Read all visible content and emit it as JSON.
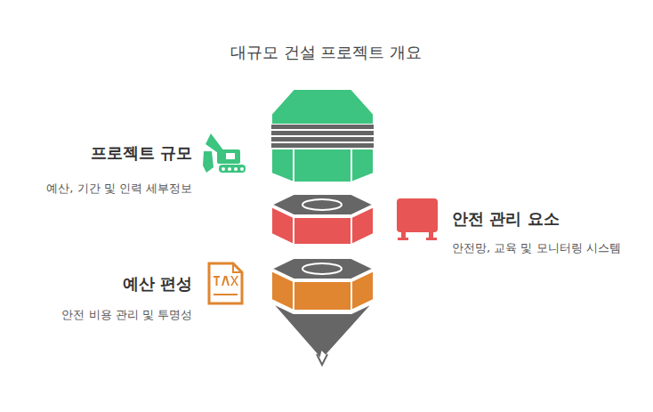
{
  "diagram": {
    "title": "대규모 건설 프로젝트 개요",
    "labels": [
      "프로젝트 규모",
      "예산, 기간 및 인력 세부정보",
      "안전 관리 요소",
      "안전망, 교육 및 모니터링 시스템",
      "예산 편성",
      "안전 비용 관리 및 투명성"
    ]
  }
}
